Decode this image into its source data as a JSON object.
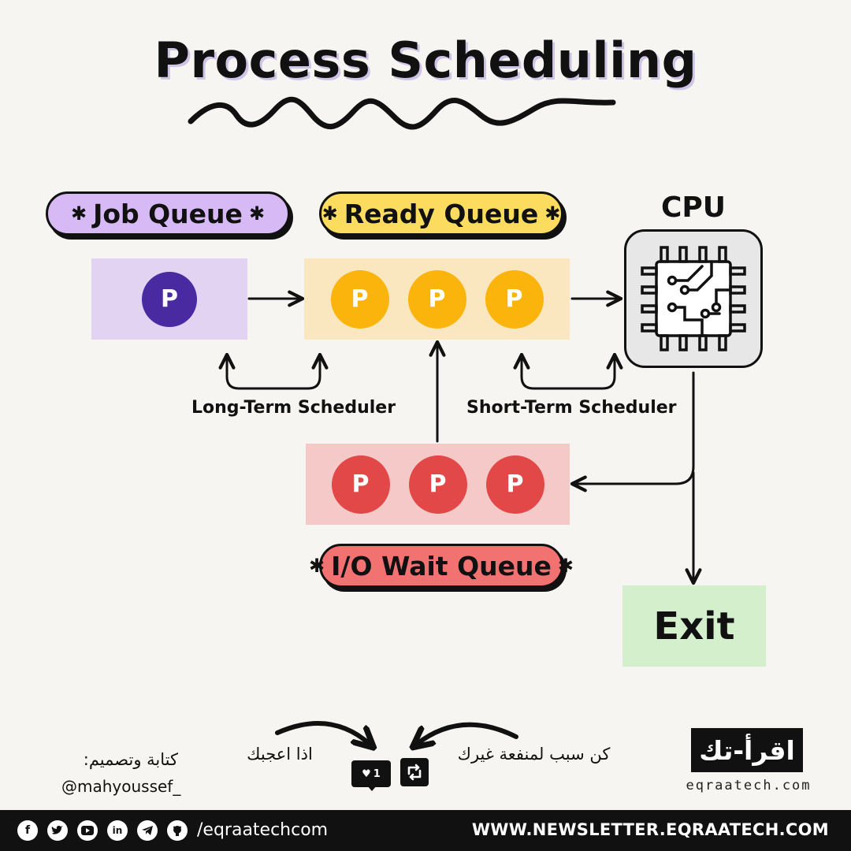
{
  "title": "Process Scheduling",
  "queues": {
    "job": {
      "label": "Job Queue",
      "processes": [
        "P"
      ],
      "color": "#d7b9f5"
    },
    "ready": {
      "label": "Ready Queue",
      "processes": [
        "P",
        "P",
        "P"
      ],
      "color": "#fbdc5e"
    },
    "io_wait": {
      "label": "I/O Wait Queue",
      "processes": [
        "P",
        "P",
        "P"
      ],
      "color": "#f27272"
    }
  },
  "cpu": {
    "label": "CPU",
    "icon": "cpu-chip-icon"
  },
  "exit": {
    "label": "Exit"
  },
  "schedulers": {
    "long_term": "Long-Term Scheduler",
    "short_term": "Short-Term Scheduler"
  },
  "footer": {
    "author_label": "كتابة وتصميم:",
    "author_handle": "@mahyoussef_",
    "like_prompt": "اذا اعجبك",
    "share_prompt": "كن سبب لمنفعة غيرك",
    "like_count": "1",
    "logo_text": "اقرأ-تك",
    "logo_site": "eqraatech.com"
  },
  "bottom_bar": {
    "social_icons": [
      "facebook-icon",
      "twitter-icon",
      "youtube-icon",
      "linkedin-icon",
      "telegram-icon",
      "github-icon"
    ],
    "handle": "/eqraatechcom",
    "newsletter": "WWW.NEWSLETTER.EQRAATECH.COM"
  }
}
